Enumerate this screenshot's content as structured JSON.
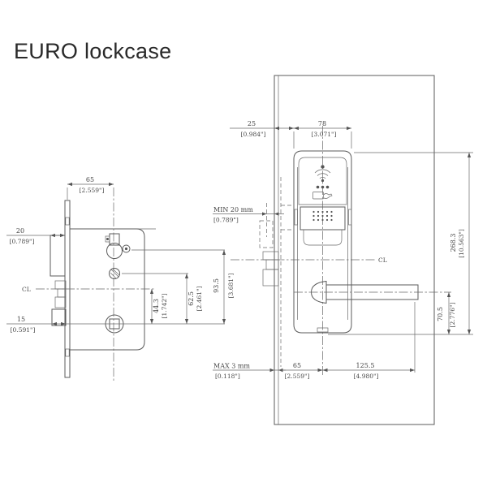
{
  "title": "EURO lockcase",
  "left_view": {
    "cl_label": "CL",
    "dims": {
      "backset": {
        "mm": "65",
        "inch": "[2.559\"]"
      },
      "top_box_depth": {
        "mm": "20",
        "inch": "[0.789\"]"
      },
      "bottom_box_depth": {
        "mm": "15",
        "inch": "[0.591\"]"
      },
      "cl_to_follower": {
        "mm": "44.3",
        "inch": "[1.742\"]"
      },
      "fixhole_to_follower": {
        "mm": "62.5",
        "inch": "[2.461\"]"
      },
      "cylinder_to_follower": {
        "mm": "93.5",
        "inch": "[3.681\"]"
      }
    }
  },
  "right_view": {
    "cl_label": "CL",
    "dims": {
      "edge_to_body": {
        "mm": "25",
        "inch": "[0.984\"]"
      },
      "body_width": {
        "mm": "78",
        "inch": "[3.071\"]"
      },
      "door_min": {
        "mm": "MIN 20 mm",
        "inch": "[0.789\"]"
      },
      "total_height": {
        "mm": "268.3",
        "inch": "[10.563\"]"
      },
      "handle_to_bottom": {
        "mm": "70.5",
        "inch": "[2.776\"]"
      },
      "gap_max": {
        "mm": "MAX 3 mm",
        "inch": "[0.118\"]"
      },
      "backset": {
        "mm": "65",
        "inch": "[2.559\"]"
      },
      "handle_length": {
        "mm": "125.5",
        "inch": "[4.980\"]"
      }
    }
  }
}
